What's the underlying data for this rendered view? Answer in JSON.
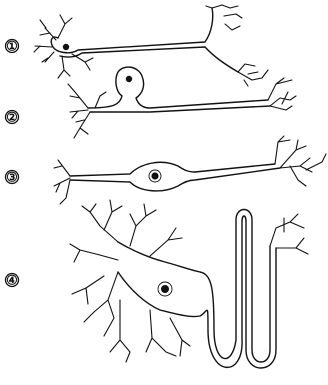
{
  "labels": [
    "①",
    "②",
    "③",
    "④"
  ]
}
